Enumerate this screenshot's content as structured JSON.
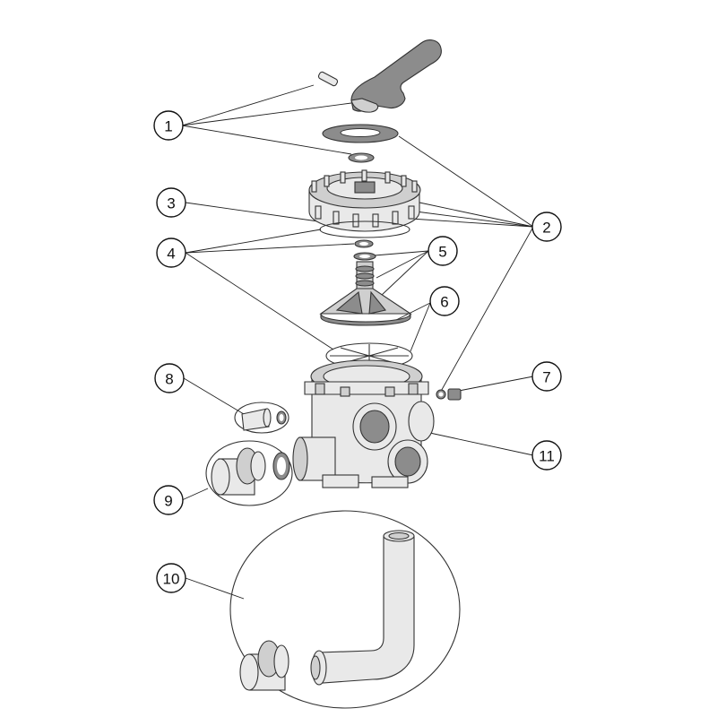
{
  "colors": {
    "line": "#222222",
    "part_light": "#e9e9e9",
    "part_mid": "#cfcfcf",
    "part_dark": "#8c8c8c"
  },
  "callouts": [
    {
      "id": "c1",
      "label": "1"
    },
    {
      "id": "c2",
      "label": "2"
    },
    {
      "id": "c3",
      "label": "3"
    },
    {
      "id": "c4",
      "label": "4"
    },
    {
      "id": "c5",
      "label": "5"
    },
    {
      "id": "c6",
      "label": "6"
    },
    {
      "id": "c7",
      "label": "7"
    },
    {
      "id": "c8",
      "label": "8"
    },
    {
      "id": "c9",
      "label": "9"
    },
    {
      "id": "c10",
      "label": "10"
    },
    {
      "id": "c11",
      "label": "11"
    }
  ]
}
